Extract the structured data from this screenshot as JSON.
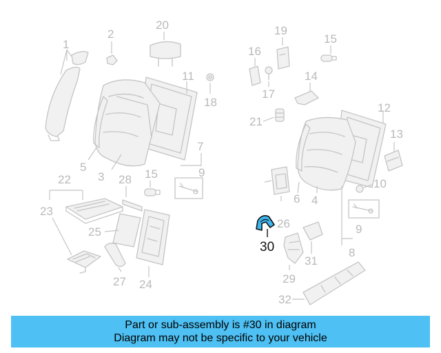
{
  "diagram": {
    "callouts": {
      "c1": "1",
      "c2": "2",
      "c3": "3",
      "c4": "4",
      "c5": "5",
      "c6": "6",
      "c7": "7",
      "c8": "8",
      "c9a": "9",
      "c9b": "9",
      "c10": "10",
      "c11": "11",
      "c12": "12",
      "c13": "13",
      "c14": "14",
      "c15a": "15",
      "c15b": "15",
      "c16": "16",
      "c17": "17",
      "c18": "18",
      "c19": "19",
      "c20": "20",
      "c21": "21",
      "c22": "22",
      "c23": "23",
      "c24": "24",
      "c25": "25",
      "c26": "26",
      "c27": "27",
      "c28": "28",
      "c29": "29",
      "c30": "30",
      "c31": "31",
      "c32": "32"
    },
    "highlighted_part": "30",
    "highlight_color": "#3db6ee"
  },
  "banner": {
    "line1": "Part or sub-assembly is #30 in diagram",
    "line2": "Diagram may not be specific to your vehicle",
    "background": "#4ec0f3"
  }
}
